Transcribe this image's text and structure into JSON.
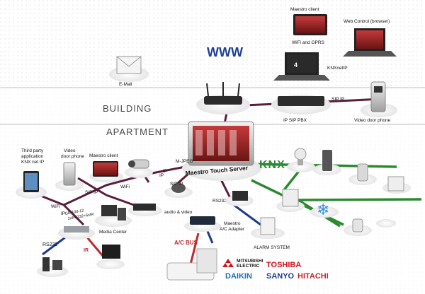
{
  "zones": {
    "www": "WWW",
    "building": "BUILDING",
    "apartment": "APARTMENT"
  },
  "labels": {
    "maestro_client_top": "Maestro client",
    "wifi_gprs": "WiFi and GPRS",
    "web_control": "Web Control (browser)",
    "knxnetip": "KNXnetIP",
    "email": "E-Mail",
    "sip_ip_top": "SIP IP",
    "ip_sip_pbx": "IP SIP PBX",
    "video_door_phone_right": "Video door phone",
    "third_party": [
      "Third party",
      "application",
      "KNX net IP"
    ],
    "video_door_phone_left": [
      "Video",
      "door phone"
    ],
    "maestro_client_left": "Maestro client",
    "ip_1": "IP",
    "ip_2": "IP",
    "m_jpeg": "M-JPEG",
    "wifi_mid": "WiFi",
    "sip_ip_left": "SIP IP",
    "sip_ip_mid": "SIP IP",
    "wifi_left": "WiFi",
    "ip_left": "IP",
    "ge_lines": [
      "GE-100-12",
      "2xRS232+6xIR"
    ],
    "server": "Maestro Touch Server",
    "knx": "KNX",
    "audio_video": "audio & video",
    "rs232_mid": "RS232",
    "media_center": "Media Center",
    "rs232_left": "RS232",
    "ir": "IR",
    "maestro_ac": [
      "Maestro",
      "A/C Adapter"
    ],
    "alarm": "ALARM SYSTEM",
    "ac_bus": "A/C BUS"
  },
  "brands": {
    "mitsubishi": [
      "MITSUBISHI",
      "ELECTRIC"
    ],
    "toshiba": "TOSHIBA",
    "daikin": "DAIKIN",
    "sanyo": "SANYO",
    "hitachi": "HITACHI"
  },
  "icons": [
    "envelope-icon",
    "tablet-icon",
    "laptop-icon",
    "router-icon",
    "pbx-icon",
    "door-phone-icon",
    "touch-server-icon",
    "ipad-icon",
    "camera-icon",
    "media-center-icon",
    "tv-icon",
    "speaker-icon",
    "lamp-icon",
    "thermostat-icon",
    "snowflake-icon",
    "alarm-keypad-icon",
    "ac-unit-icon"
  ],
  "colors": {
    "ip_line": "#5a1e3a",
    "knx_line": "#2b8a2f",
    "rs232_line": "#1f3c8a",
    "ir_line": "#c0282d",
    "acbus_line": "#c0282d",
    "knx_text": "#2a8c3a",
    "www_text": "#1d3f95",
    "acbus_text": "#c0282d"
  }
}
